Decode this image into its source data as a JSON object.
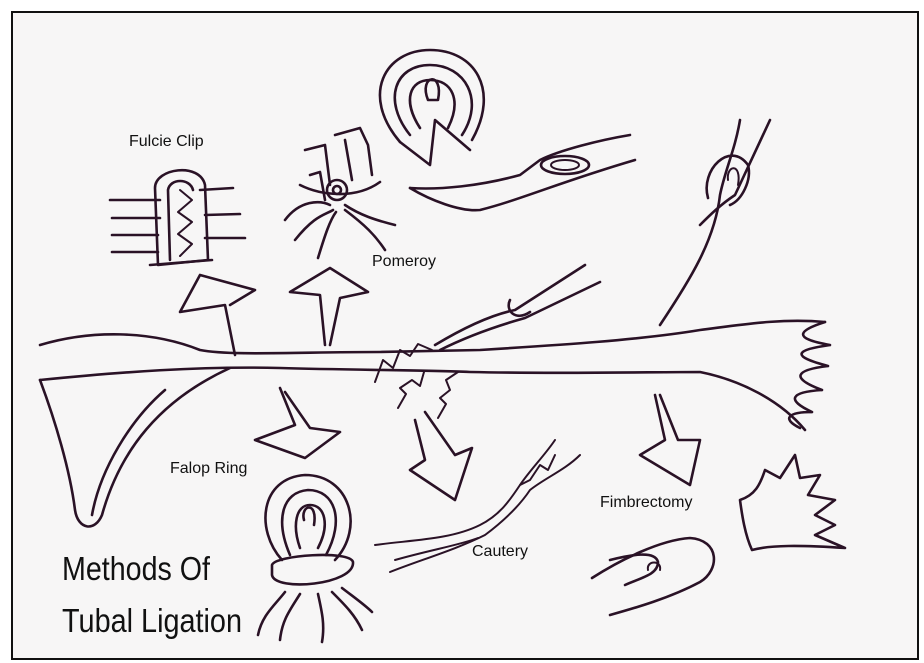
{
  "diagram": {
    "title_line1": "Methods Of",
    "title_line2": "Tubal Ligation",
    "labels": {
      "fulcie_clip": "Fulcie Clip",
      "pomeroy": "Pomeroy",
      "falop_ring": "Falop Ring",
      "cautery": "Cautery",
      "fimbrectomy": "Fimbrectomy"
    },
    "colors": {
      "ink": "#2a1226",
      "paper": "#f7f6f6",
      "border": "#111111"
    }
  }
}
